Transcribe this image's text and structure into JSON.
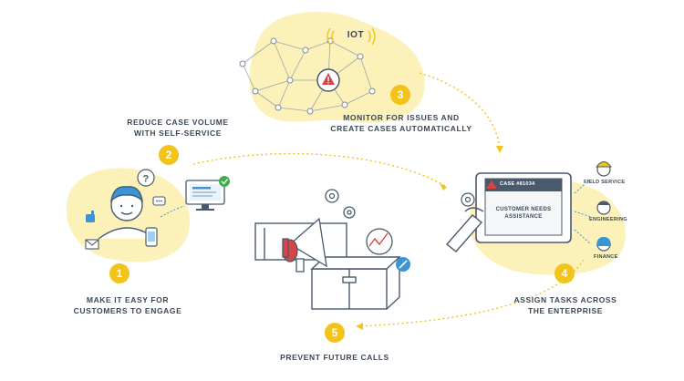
{
  "steps": [
    {
      "number": "1",
      "line1": "MAKE IT EASY FOR",
      "line2": "CUSTOMERS TO ENGAGE"
    },
    {
      "number": "2",
      "line1": "REDUCE CASE VOLUME",
      "line2": "WITH SELF-SERVICE"
    },
    {
      "number": "3",
      "line1": "MONITOR FOR ISSUES AND",
      "line2": "CREATE CASES AUTOMATICALLY"
    },
    {
      "number": "4",
      "line1": "ASSIGN TASKS ACROSS",
      "line2": "THE ENTERPRISE"
    },
    {
      "number": "5",
      "line1": "PREVENT FUTURE CALLS",
      "line2": ""
    }
  ],
  "iot_label": "IOT",
  "case_card": {
    "case_id": "CASE #81034",
    "line1": "CUSTOMER NEEDS",
    "line2": "ASSISTANCE"
  },
  "roles": [
    "FIELD SERVICE",
    "ENGINEERING",
    "FINANCE"
  ],
  "colors": {
    "accent": "#f2c31a",
    "blob": "#fbf1b9",
    "line": "#4a5a6c",
    "alert": "#d64545",
    "check": "#3fae4a",
    "link": "#3a95d6"
  }
}
